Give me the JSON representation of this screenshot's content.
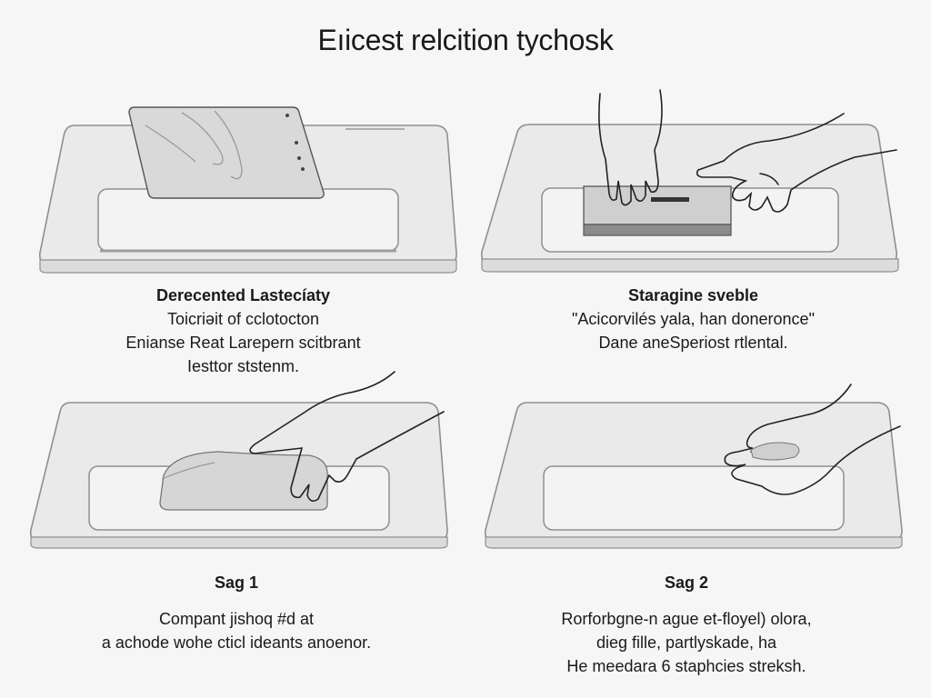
{
  "title": "Eıicest relcition tychosk",
  "panels": [
    {
      "heading": "Derecented Lastecíaty",
      "lines": [
        "Toicriəit of cclotocton",
        "Enianse Reat Larepern scitbrant",
        "Iesttor ststenm."
      ]
    },
    {
      "heading": "Staragine sveble",
      "lines": [
        "\"Acicorvilés yala, han doneronce\"",
        "Dane aneSperiost rtlental."
      ]
    },
    {
      "heading": "Sag 1",
      "lines": [
        "Compant jishoq #d at",
        "a achode wohe cticl ideants anoenor."
      ]
    },
    {
      "heading": "Sag 2",
      "lines": [
        "Rorforbgne-n ague et-floyel) olora,",
        "dieg fille, partlyskade, ha",
        "He meedara 6 staphcies streksh."
      ]
    }
  ],
  "colors": {
    "background": "#f6f6f6",
    "tray_fill": "#e9e9e9",
    "tray_stroke": "#8d8d8d",
    "inset_fill": "#f4f4f4",
    "device_fill": "#d8d8d8",
    "line": "#2a2a2a"
  }
}
